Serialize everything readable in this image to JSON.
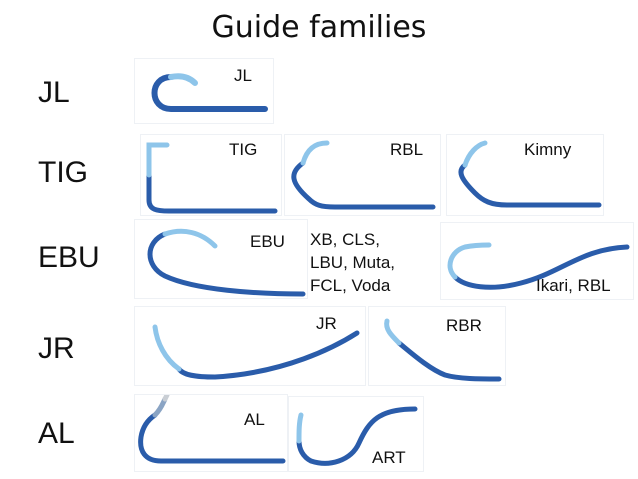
{
  "title": "Guide families",
  "rows": [
    "JL",
    "TIG",
    "EBU",
    "JR",
    "AL"
  ],
  "labels": {
    "jl": "JL",
    "tig": "TIG",
    "rbl_top": "RBL",
    "kimny": "Kimny",
    "ebu": "EBU",
    "xb_group": [
      "XB, CLS,",
      "LBU, Muta,",
      "FCL, Voda"
    ],
    "ikari": "Ikari, RBL",
    "jr": "JR",
    "rbr": "RBR",
    "al": "AL",
    "art": "ART"
  },
  "colors": {
    "catheter_dark": "#2a5caa",
    "catheter_light": "#8ec5ea",
    "catheter_tip": "#c9ced4"
  }
}
